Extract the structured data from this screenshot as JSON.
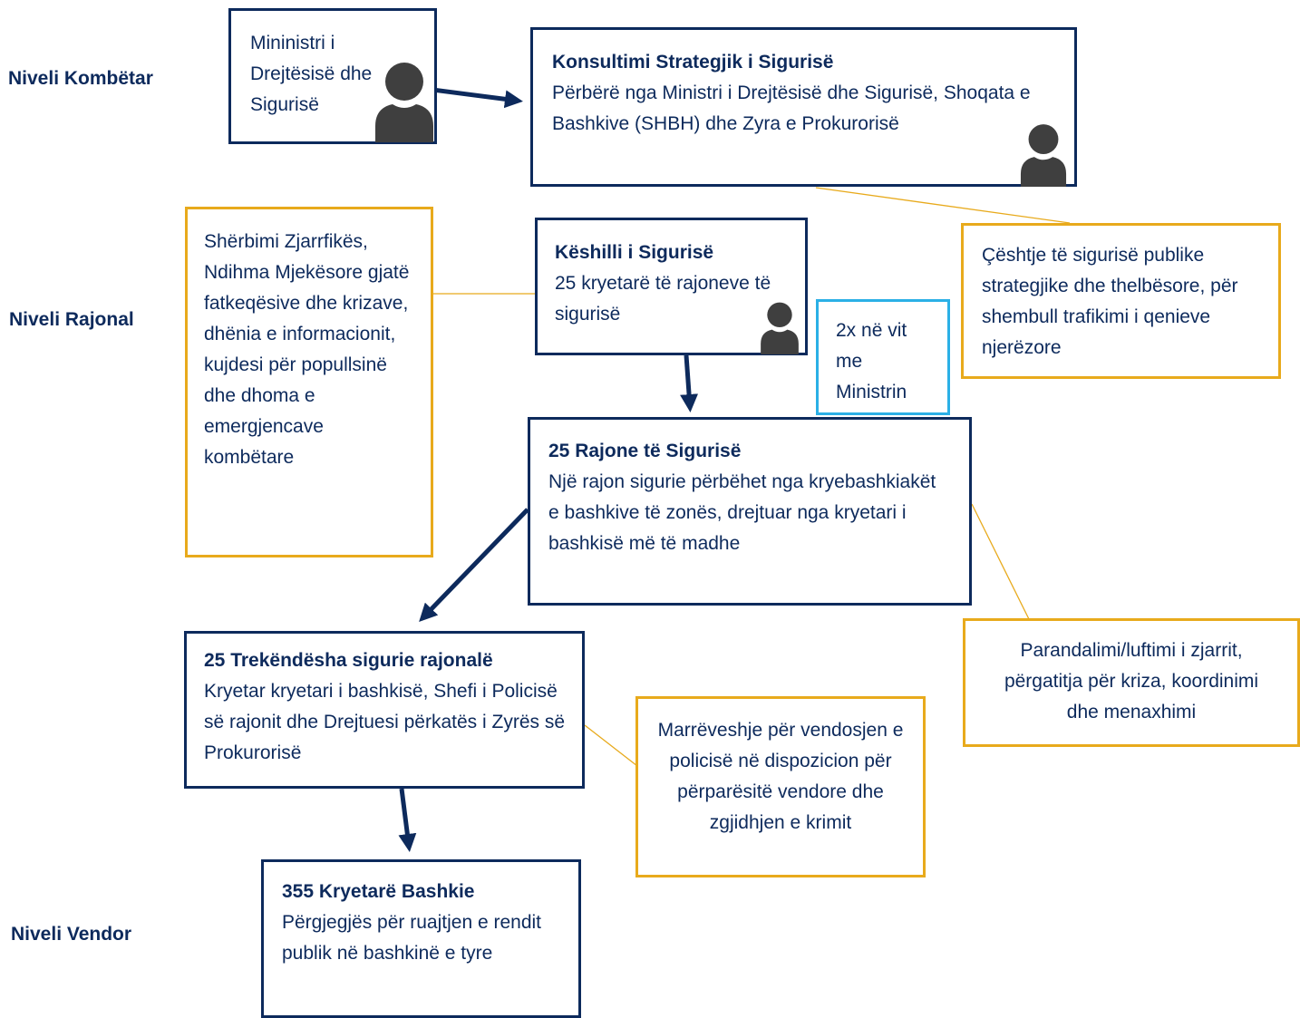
{
  "levels": {
    "national": "Niveli Kombëtar",
    "regional": "Niveli Rajonal",
    "local": "Niveli Vendor"
  },
  "boxes": {
    "minister": {
      "text": "Mininistri i Drejtësisë dhe Sigurisë"
    },
    "consultation": {
      "title": "Konsultimi Strategjik i Sigurisë",
      "text": "Përbërë nga Ministri i Drejtësisë dhe Sigurisë, Shoqata e Bashkive (SHBH) dhe Zyra e Prokurorisë"
    },
    "national_issues": {
      "text": "Çështje të sigurisë publike strategjike dhe thelbësore, për shembull trafikimi i qenieve njerëzore"
    },
    "fire_services": {
      "text": "Shërbimi Zjarrfikës, Ndihma Mjekësore gjatë fatkeqësive dhe krizave, dhënia e informacionit, kujdesi për popullsinë dhe dhoma e emergjencave kombëtare"
    },
    "council": {
      "title": "Këshilli i Sigurisë",
      "text": "25 kryetarë të rajoneve të sigurisë"
    },
    "meeting": {
      "text": "2x në vit me Ministrin"
    },
    "regions": {
      "title": "25 Rajone të Sigurisë",
      "text": "Një rajon sigurie përbëhet nga kryebashkiakët e bashkive të zonës, drejtuar nga kryetari i bashkisë më të madhe"
    },
    "fire_prevention": {
      "text": "Parandalimi/luftimi i zjarrit, përgatitja për kriza, koordinimi dhe menaxhimi"
    },
    "triangles": {
      "title": "25 Trekëndësha sigurie rajonalë",
      "text": "Kryetar kryetari i bashkisë, Shefi i Policisë së rajonit dhe Drejtuesi përkatës i Zyrës së Prokurorisë"
    },
    "agreement": {
      "text": "Marrëveshje për vendosjen e policisë në dispozicion për përparësitë vendore dhe zgjidhjen e krimit"
    },
    "mayors": {
      "title": "355 Kryetarë Bashkie",
      "text": "Përgjegjës për ruajtjen e rendit publik në bashkinë e tyre"
    }
  },
  "colors": {
    "navy": "#0d2a5c",
    "gold": "#e8aa1c",
    "blue": "#2bb0e6",
    "person": "#3f3f3f"
  },
  "icons": [
    "person-icon",
    "arrow"
  ]
}
